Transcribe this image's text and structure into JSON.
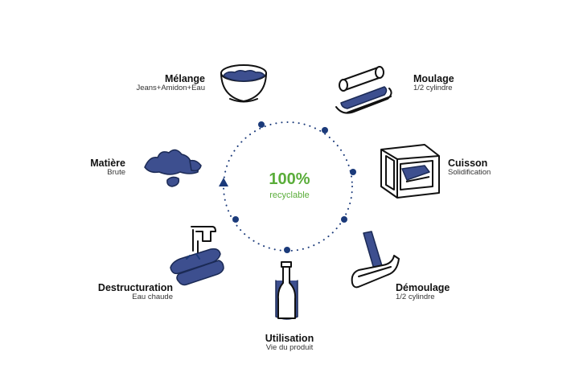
{
  "center": {
    "percent": "100%",
    "caption": "recyclable"
  },
  "steps": [
    {
      "title": "Mélange",
      "subtitle": "Jeans+Amidon+Eau",
      "icon": "bowl-icon"
    },
    {
      "title": "Moulage",
      "subtitle": "1/2 cylindre",
      "icon": "mold-icon"
    },
    {
      "title": "Cuisson",
      "subtitle": "Solidification",
      "icon": "oven-icon"
    },
    {
      "title": "Démoulage",
      "subtitle": "1/2 cylindre",
      "icon": "unmold-icon"
    },
    {
      "title": "Utilisation",
      "subtitle": "Vie du produit",
      "icon": "bottle-icon"
    },
    {
      "title": "Destructuration",
      "subtitle": "Eau chaude",
      "icon": "tap-icon"
    },
    {
      "title": "Matière",
      "subtitle": "Brute",
      "icon": "raw-material-icon"
    }
  ],
  "colors": {
    "accent_green": "#5aad3a",
    "dot_blue": "#1b3a7a",
    "fill_blue": "#3d4f8f",
    "ink": "#111111"
  }
}
